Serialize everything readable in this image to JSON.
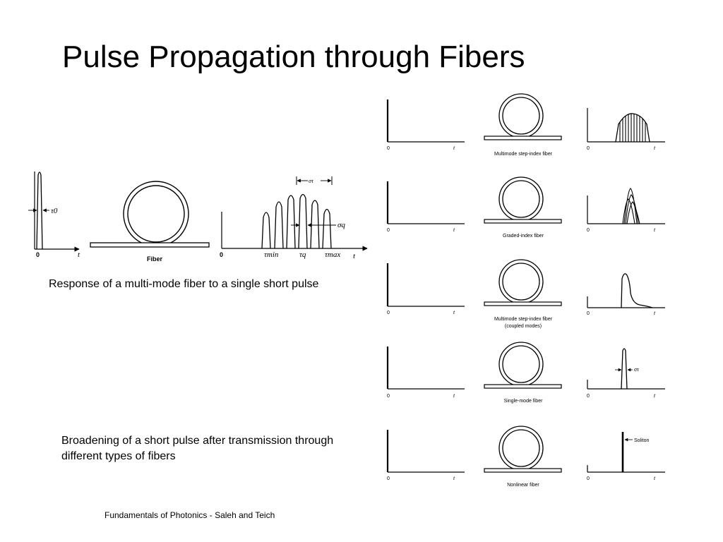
{
  "slide": {
    "title": "Pulse Propagation through Fibers",
    "caption_left": "Response of a multi-mode fiber to a single short pulse",
    "caption_bottom": "Broadening of a short pulse after transmission through different types of fibers",
    "footer": "Fundamentals of Photonics - Saleh and Teich"
  },
  "main_figure": {
    "input_width_label": "τ0",
    "axis_origin": "0",
    "axis_t": "t",
    "fiber_label": "Fiber",
    "spread_label": "στ",
    "q_label": "σq",
    "tau_min": "τmin",
    "tau_q": "τq",
    "tau_max": "τmax"
  },
  "fiber_rows": [
    {
      "label": "Multimode step-index fiber",
      "sublabel": ""
    },
    {
      "label": "Graded-index fiber",
      "sublabel": ""
    },
    {
      "label": "Multimode step-index fiber",
      "sublabel": "(coupled modes)"
    },
    {
      "label": "Single-mode fiber",
      "sublabel": "",
      "annotation": "στ"
    },
    {
      "label": "Nonlinear fiber",
      "sublabel": "",
      "annotation": "Soliton"
    }
  ],
  "row_axis": {
    "origin": "0",
    "t": "t"
  }
}
